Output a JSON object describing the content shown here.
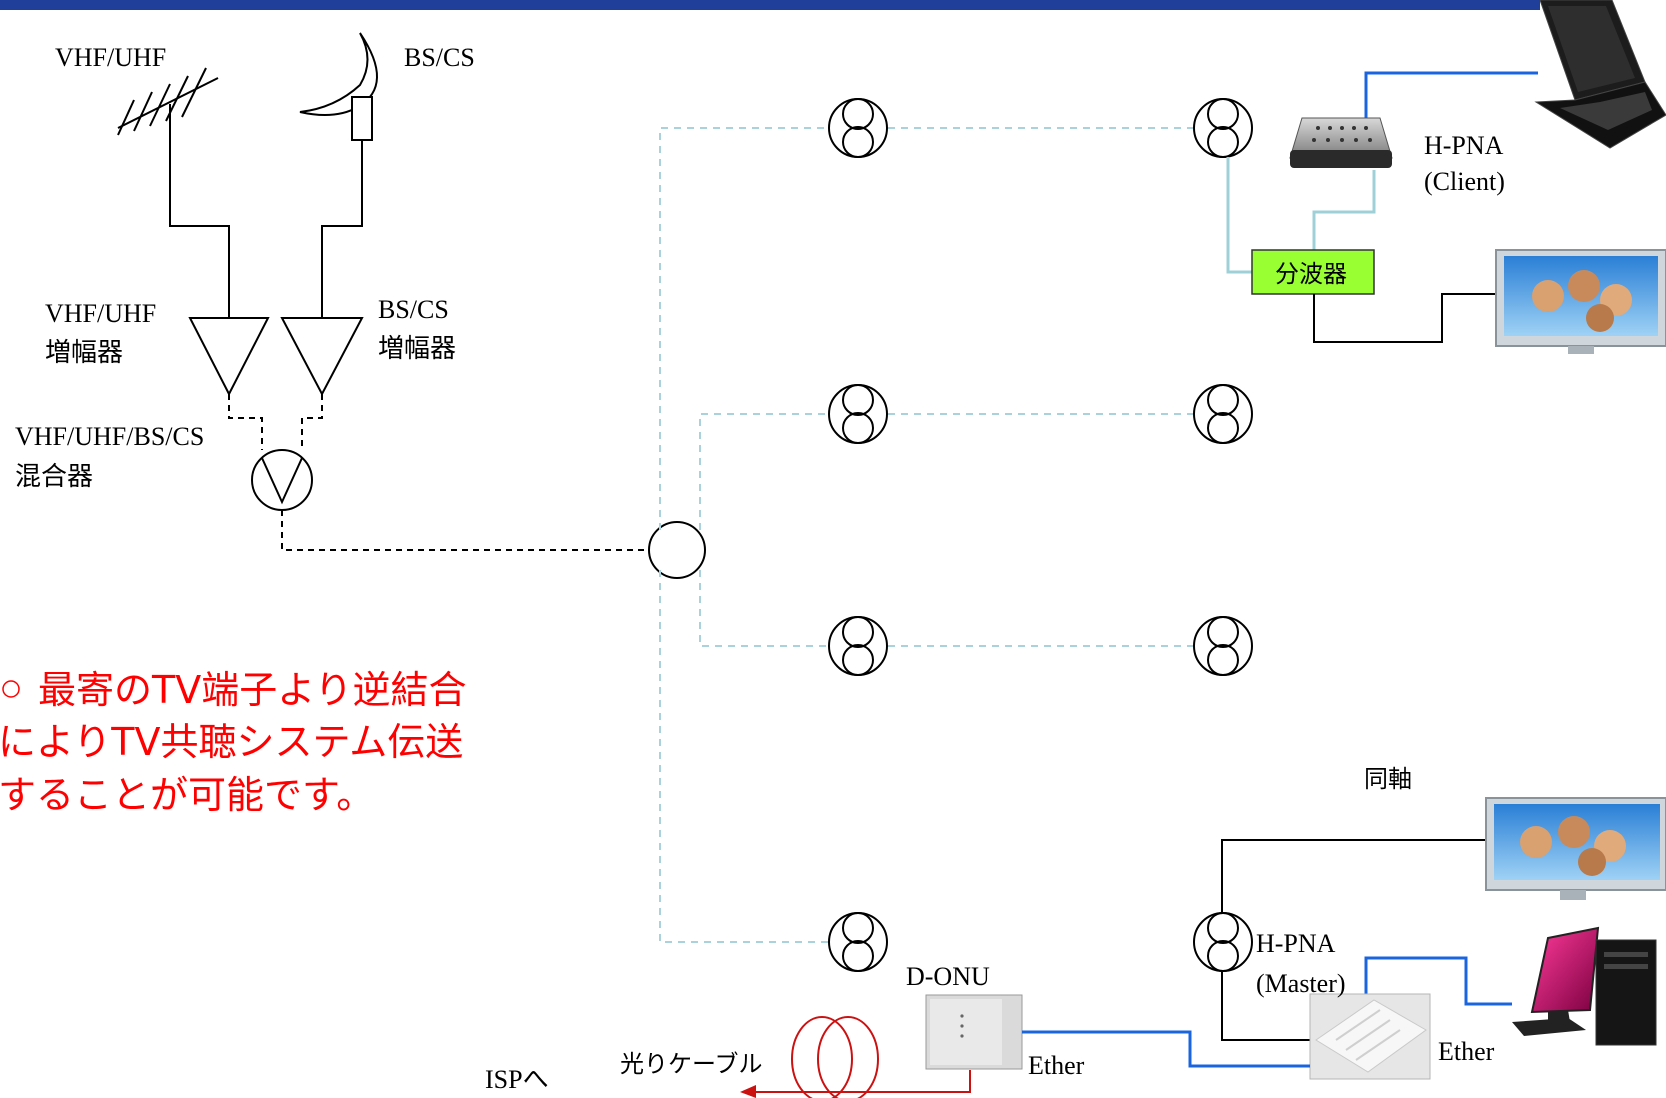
{
  "labels": {
    "antenna_vhf_uhf": "VHF/UHF",
    "antenna_bs_cs": "BS/CS",
    "amp_vhf_uhf_line1": "VHF/UHF",
    "amp_vhf_uhf_line2": "増幅器",
    "amp_bs_cs_line1": "BS/CS",
    "amp_bs_cs_line2": "増幅器",
    "mixer_line1": "VHF/UHF/BS/CS",
    "mixer_line2": "混合器",
    "hpna_client_line1": "H-PNA",
    "hpna_client_line2": "(Client)",
    "splitter": "分波器",
    "coax": "同軸",
    "hpna_master_line1": "H-PNA",
    "hpna_master_line2": "(Master)",
    "d_onu": "D-ONU",
    "ether_left": "Ether",
    "ether_right": "Ether",
    "fiber_cable": "光りケーブル",
    "to_isp": "ISPへ"
  },
  "note": {
    "line1": "最寄のTV端子より逆結合",
    "line2": "によりTV共聴システム伝送",
    "line3": "することが可能です。"
  },
  "colors": {
    "header_bar": "#1f3f9a",
    "dashed_branch": "#a9d2dc",
    "coax_cyan": "#9fd0d8",
    "ether_blue": "#1a64e0",
    "note_red": "#ff0000",
    "splitter_fill": "#99ff33",
    "fiber_red": "#cc1111"
  }
}
